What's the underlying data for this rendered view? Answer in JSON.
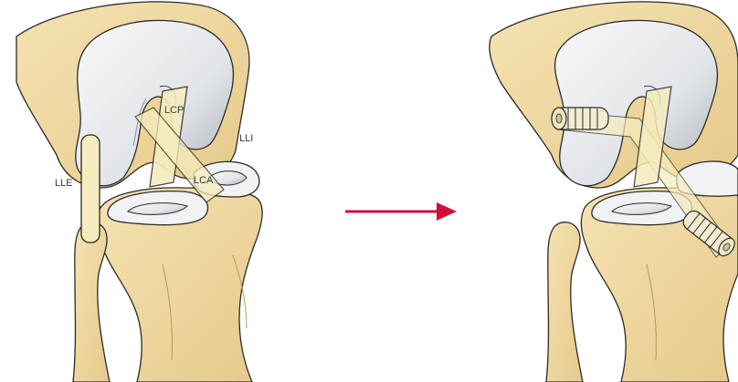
{
  "labels": {
    "lcp": "LCP",
    "lli": "LLI",
    "lle": "LLE",
    "lca": "LCA"
  },
  "colors": {
    "bone": "#f2dca4",
    "bone_dark": "#d8bb72",
    "cartilage": "#eceef0",
    "cartilage_shade": "#b9bec3",
    "outline": "#2b2b2b",
    "ligament": "#f6ecbe",
    "arrow": "#d0103a"
  },
  "icons": {
    "arrow": "arrow-right-icon",
    "screw": "interference-screw-icon"
  }
}
